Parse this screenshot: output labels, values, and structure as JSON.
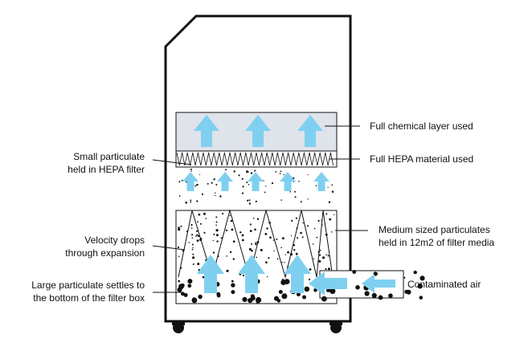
{
  "colors": {
    "outline": "#111111",
    "arrow": "#7fd0f0",
    "chemical_layer": "#dfe3ea",
    "background": "#ffffff"
  },
  "labels": {
    "chemical_layer": "Full chemical layer used",
    "hepa_material": "Full HEPA material used",
    "small_particulate_1": "Small particulate",
    "small_particulate_2": "held in HEPA filter",
    "medium_particulates_1": "Medium sized particulates",
    "medium_particulates_2": "held in 12m2 of filter media",
    "velocity_1": "Velocity drops",
    "velocity_2": "through expansion",
    "large_particulate_1": "Large particulate settles to",
    "large_particulate_2": "the bottom of the filter box",
    "contaminated_air": "Contaminated air"
  }
}
